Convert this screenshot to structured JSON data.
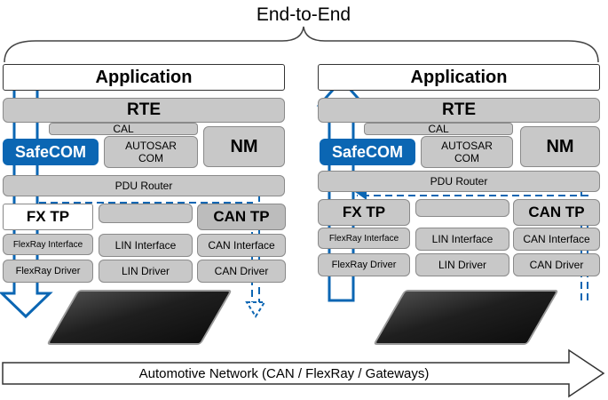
{
  "header": {
    "title": "End-to-End"
  },
  "stacks": [
    {
      "application": "Application",
      "rte": "RTE",
      "cal": "CAL",
      "safecom": "SafeCOM",
      "autosar_com": "AUTOSAR\nCOM",
      "nm": "NM",
      "pdu_router": "PDU Router",
      "fx_tp": "FX TP",
      "can_tp": "CAN TP",
      "flexray_interface": "FlexRay Interface",
      "lin_interface": "LIN Interface",
      "can_interface": "CAN Interface",
      "flexray_driver": "FlexRay Driver",
      "lin_driver": "LIN Driver",
      "can_driver": "CAN Driver"
    },
    {
      "application": "Application",
      "rte": "RTE",
      "cal": "CAL",
      "safecom": "SafeCOM",
      "autosar_com": "AUTOSAR\nCOM",
      "nm": "NM",
      "pdu_router": "PDU Router",
      "fx_tp": "FX TP",
      "can_tp": "CAN TP",
      "flexray_interface": "FlexRay Interface",
      "lin_interface": "LIN Interface",
      "can_interface": "CAN Interface",
      "flexray_driver": "FlexRay Driver",
      "lin_driver": "LIN Driver",
      "can_driver": "CAN Driver"
    }
  ],
  "network": {
    "label": "Automotive Network (CAN / FlexRay / Gateways)"
  },
  "colors": {
    "safecom_blue": "#0b66b3",
    "layer_gray": "#c8c8c8"
  }
}
